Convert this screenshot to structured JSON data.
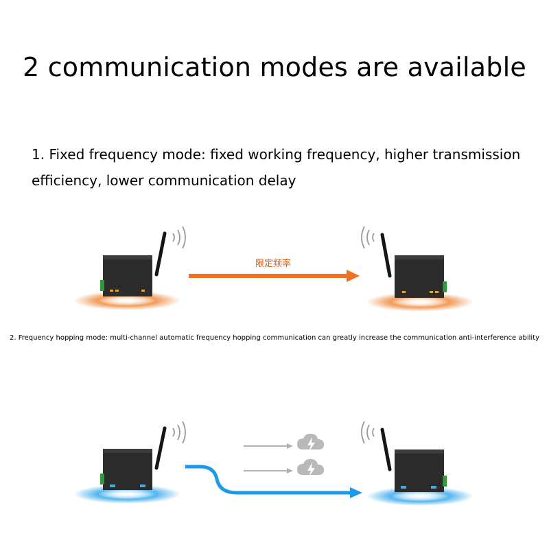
{
  "title": "2 communication modes are available",
  "mode1": {
    "text": "1. Fixed frequency mode: fixed working frequency, higher transmission efficiency, lower communication delay",
    "arrow_label": "限定频率",
    "arrow_color": "#f07020",
    "glow_color": "#f08a3c"
  },
  "mode2": {
    "text": "2. Frequency hopping mode: multi-channel automatic frequency hopping communication can greatly increase the communication anti-interference ability",
    "arrow_color": "#1a9ae8",
    "glow_color": "#36a8ec",
    "interference_icon": "cloud-lightning-icon",
    "interference_color": "#b9b9b9"
  },
  "device": {
    "body_color": "#2b2b2b",
    "antenna_color": "#151515"
  }
}
